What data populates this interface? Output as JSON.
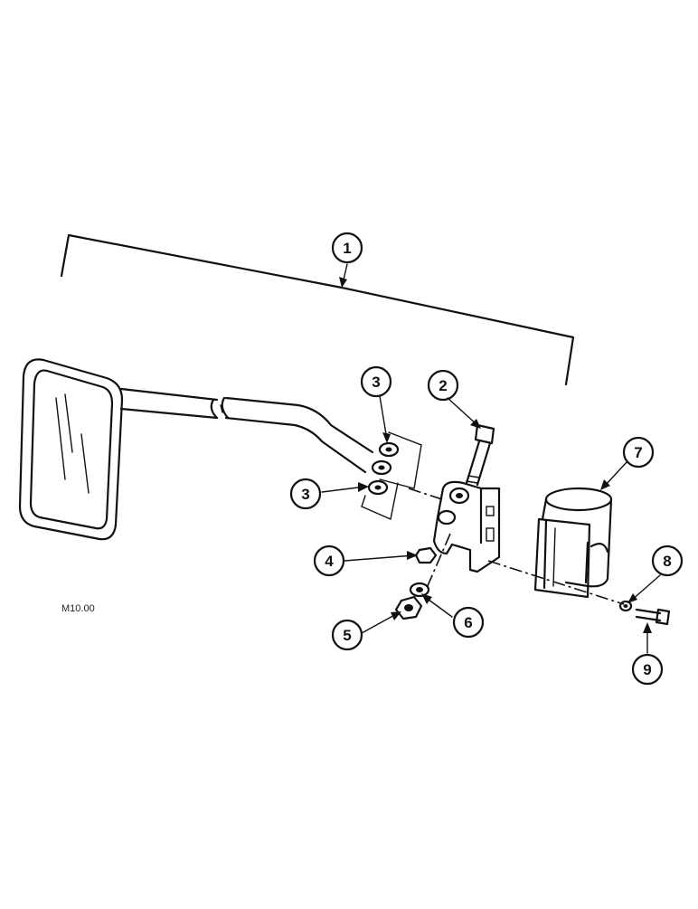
{
  "figure_code": "M10.00",
  "callouts": [
    {
      "id": "callout-1",
      "label": "1"
    },
    {
      "id": "callout-2",
      "label": "2"
    },
    {
      "id": "callout-3a",
      "label": "3"
    },
    {
      "id": "callout-3b",
      "label": "3"
    },
    {
      "id": "callout-4",
      "label": "4"
    },
    {
      "id": "callout-5",
      "label": "5"
    },
    {
      "id": "callout-6",
      "label": "6"
    },
    {
      "id": "callout-7",
      "label": "7"
    },
    {
      "id": "callout-8",
      "label": "8"
    },
    {
      "id": "callout-9",
      "label": "9"
    }
  ]
}
